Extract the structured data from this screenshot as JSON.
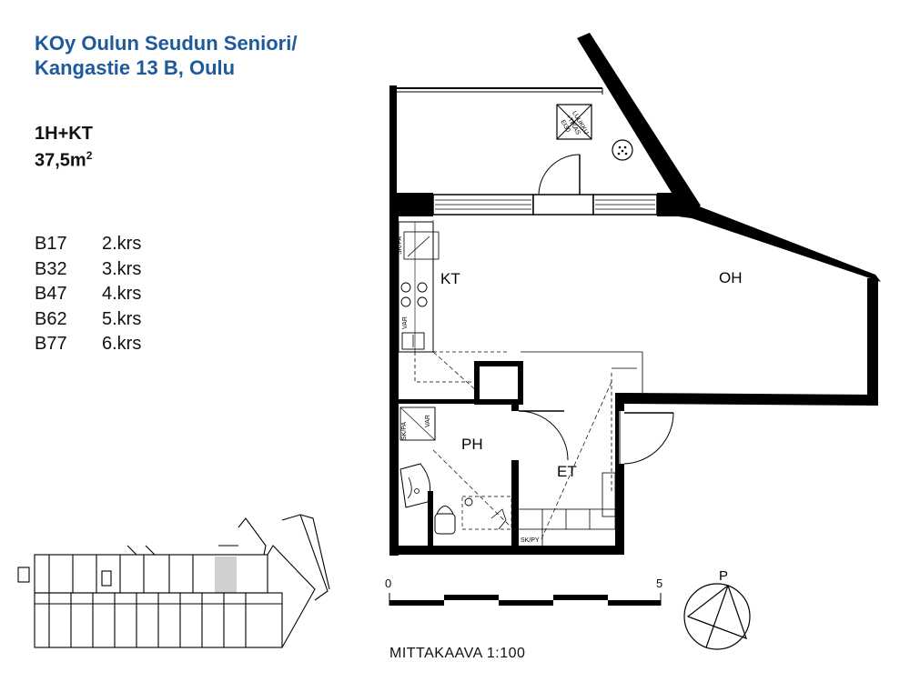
{
  "title": {
    "line1": "KOy Oulun Seudun Seniori/",
    "line2": "Kangastie 13 B, Oulu"
  },
  "apartment": {
    "type": "1H+KT",
    "area": "37,5m",
    "area_sup": "2"
  },
  "units": [
    {
      "code": "B17",
      "floor": "2.krs"
    },
    {
      "code": "B32",
      "floor": "3.krs"
    },
    {
      "code": "B47",
      "floor": "4.krs"
    },
    {
      "code": "B62",
      "floor": "5.krs"
    },
    {
      "code": "B77",
      "floor": "6.krs"
    }
  ],
  "rooms": {
    "kt": "KT",
    "oh": "OH",
    "ph": "PH",
    "et": "ET"
  },
  "fixture_labels": {
    "luukku": "LUUKKU",
    "tikas": "+TIKAS",
    "ei30": "EI30",
    "skpa": "SK/PA",
    "vari": "VAR",
    "skpy": "SK/PY"
  },
  "scale": {
    "start": "0",
    "end": "5",
    "label": "MITTAKAAVA 1:100"
  },
  "compass": {
    "north": "P"
  },
  "colors": {
    "title": "#1d5a9b",
    "wall": "#000000",
    "highlight": "#d0d0d0"
  }
}
